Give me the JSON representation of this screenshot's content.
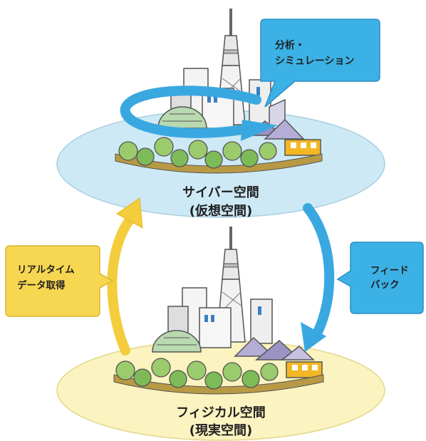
{
  "cyber_space": {
    "title": "サイバー空間",
    "subtitle": "(仮想空間)"
  },
  "physical_space": {
    "title": "フィジカル空間",
    "subtitle": "(現実空間)"
  },
  "callouts": {
    "analysis": [
      "分析・",
      "シミュレーション"
    ],
    "realtime": [
      "リアルタイム",
      "データ取得"
    ],
    "feedback": [
      "フィード",
      "バック"
    ]
  },
  "colors": {
    "cyber_disc": "#cde9f5",
    "physical_disc": "#fbf3c0",
    "blue_box": "#3cb1e6",
    "yellow_box": "#f7d651",
    "blue_arrow": "#3aa8e0",
    "yellow_arrow": "#f3cd3c"
  }
}
